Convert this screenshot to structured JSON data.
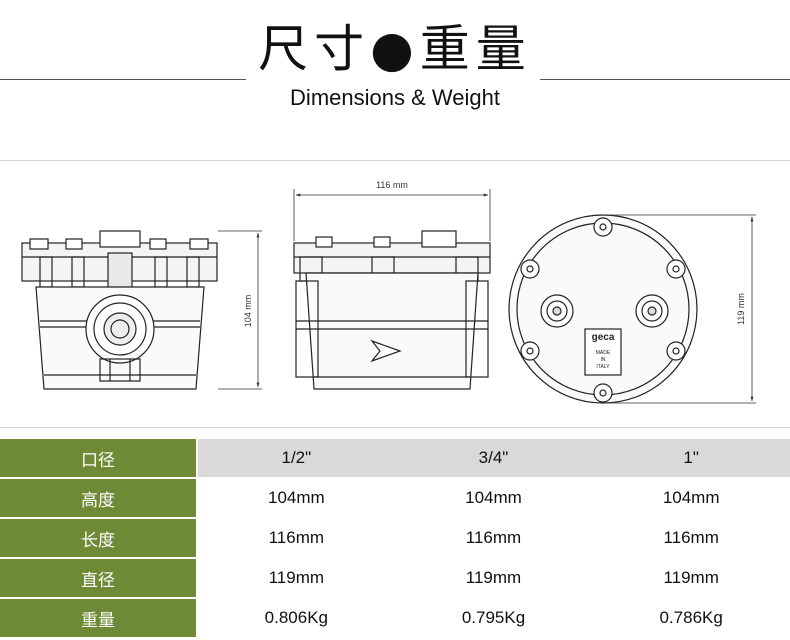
{
  "header": {
    "title_zh": "尺寸●重量",
    "title_en": "Dimensions & Weight"
  },
  "drawing": {
    "height_label": "104 mm",
    "length_label": "116 mm",
    "diameter_label": "119 mm",
    "brand_logo": "geca",
    "plate_text": [
      "MADE",
      "IN",
      "ITALY"
    ]
  },
  "table": {
    "header": {
      "label": "口径",
      "values": [
        "1/2\"",
        "3/4\"",
        "1\""
      ]
    },
    "rows": [
      {
        "label": "高度",
        "values": [
          "104mm",
          "104mm",
          "104mm"
        ]
      },
      {
        "label": "长度",
        "values": [
          "116mm",
          "116mm",
          "116mm"
        ]
      },
      {
        "label": "直径",
        "values": [
          "119mm",
          "119mm",
          "119mm"
        ]
      },
      {
        "label": "重量",
        "values": [
          "0.806Kg",
          "0.795Kg",
          "0.786Kg"
        ]
      }
    ]
  },
  "colors": {
    "label_bg": "#6e8a36",
    "header_bg": "#d9d9d9"
  }
}
